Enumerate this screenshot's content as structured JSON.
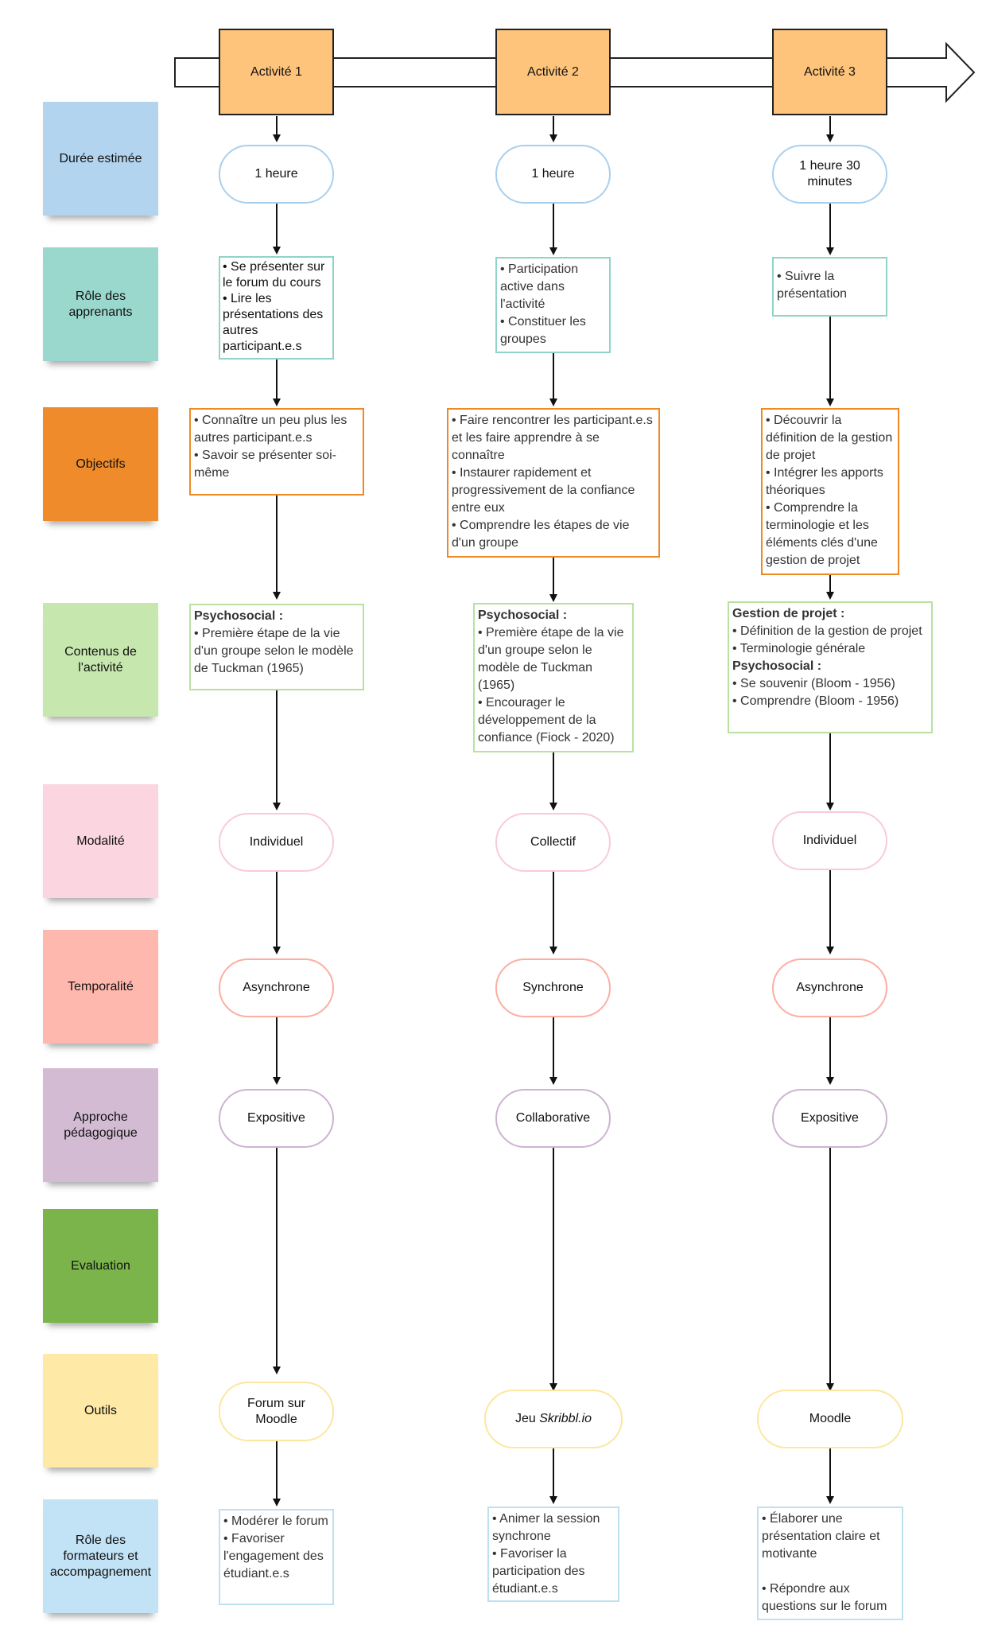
{
  "activities": [
    "Activité 1",
    "Activité 2",
    "Activité 3"
  ],
  "categories": [
    {
      "label": "Durée estimée",
      "color": "#b2d4ef"
    },
    {
      "label": "Rôle des apprenants",
      "color": "#9ad8cd"
    },
    {
      "label": "Objectifs",
      "color": "#ef8b2a"
    },
    {
      "label": "Contenus de l'activité",
      "color": "#c6e7ae"
    },
    {
      "label": "Modalité",
      "color": "#fbd5e0"
    },
    {
      "label": "Temporalité",
      "color": "#ffb8ae"
    },
    {
      "label": "Approche pédagogique",
      "color": "#d3bcd3"
    },
    {
      "label": "Evaluation",
      "color": "#7ab44b"
    },
    {
      "label": "Outils",
      "color": "#fee9a6"
    },
    {
      "label": "Rôle des formateurs et accompagnement",
      "color": "#c2e2f6"
    }
  ],
  "border_colors": {
    "duree": "#a8d0ee",
    "role": "#8fd5c7",
    "objectifs": "#ee8a26",
    "contenus": "#b8e1a0",
    "modalite": "#f8cbd8",
    "temporalite": "#fdaea2",
    "approche": "#cdb3d1",
    "outils": "#fde6a0",
    "formateurs": "#bfe0f2"
  },
  "col1": {
    "duree": "1 heure",
    "role": [
      "• Se présenter sur le forum du cours",
      "• Lire les présentations des autres participant.e.s"
    ],
    "objectifs": [
      "• Connaître un peu plus les autres participant.e.s",
      "• Savoir se présenter soi-même"
    ],
    "contenus_head": "Psychosocial :",
    "contenus": [
      "• Première étape de la vie d'un groupe selon le modèle de Tuckman (1965)"
    ],
    "modalite": "Individuel",
    "temporalite": "Asynchrone",
    "approche": "Expositive",
    "outils": "Forum sur Moodle",
    "formateurs": [
      "•  Modérer le forum",
      "• Favoriser l'engagement des étudiant.e.s"
    ]
  },
  "col2": {
    "duree": "1 heure",
    "role": [
      "• Participation active dans l'activité",
      "• Constituer les groupes"
    ],
    "objectifs": [
      "•  Faire rencontrer les participant.e.s et les faire apprendre à se connaître",
      "• Instaurer rapidement et progressivement de la confiance entre eux",
      "• Comprendre les étapes de vie d'un groupe"
    ],
    "contenus_head": "Psychosocial :",
    "contenus": [
      "• Première étape de la vie d'un groupe selon le modèle de Tuckman (1965)",
      "• Encourager le développement de la confiance (Fiock - 2020)"
    ],
    "modalite": "Collectif",
    "temporalite": "Synchrone",
    "approche": "Collaborative",
    "outils_prefix": "Jeu ",
    "outils_italic": "Skribbl.io",
    "formateurs": [
      "• Animer la session synchrone",
      "• Favoriser la participation des étudiant.e.s"
    ]
  },
  "col3": {
    "duree": "1 heure 30 minutes",
    "role": [
      "• Suivre la présentation"
    ],
    "objectifs": [
      "• Découvrir la définition de la gestion de projet",
      "• Intégrer les apports théoriques",
      "• Comprendre la terminologie et les éléments clés d'une gestion de projet"
    ],
    "contenus_head1": "Gestion de projet :",
    "contenus1": [
      "• Définition de la gestion de projet",
      "• Terminologie générale"
    ],
    "contenus_head2": "Psychosocial :",
    "contenus2": [
      "• Se souvenir (Bloom - 1956)",
      "• Comprendre (Bloom - 1956)"
    ],
    "modalite": "Individuel",
    "temporalite": "Asynchrone",
    "approche": "Expositive",
    "outils": "Moodle",
    "formateurs": [
      "• Élaborer une présentation claire et motivante",
      "",
      "• Répondre aux questions sur le forum"
    ]
  }
}
